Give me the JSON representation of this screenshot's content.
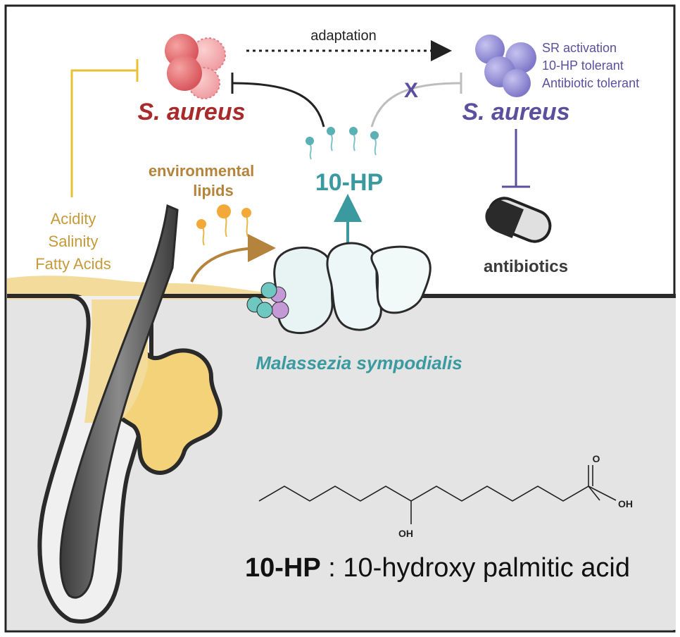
{
  "labels": {
    "adaptation": "adaptation",
    "s_aureus_left": "S. aureus",
    "s_aureus_right": "S. aureus",
    "tolerance_lines": [
      "SR activation",
      "10-HP tolerant",
      "Antibiotic tolerant"
    ],
    "compound_short": "10-HP",
    "environmental_lipids": [
      "environmental",
      "lipids"
    ],
    "stressors": [
      "Acidity",
      "Salinity",
      "Fatty Acids"
    ],
    "antibiotics": "antibiotics",
    "organism": "Malassezia sympodialis",
    "caption_bold": "10-HP",
    "caption_rest": " : 10-hydroxy palmitic acid",
    "chem_o_top": "O",
    "chem_oh_right": "OH",
    "chem_oh_bottom": "OH",
    "blocked_mark": "X"
  },
  "colors": {
    "s_aureus_sensitive": "#a82a2a",
    "s_aureus_tolerant": "#5b4f9e",
    "hp10": "#3a9aa0",
    "lipid": "#b5843c",
    "stress": "#c49a3a",
    "inhibit_yellow": "#e8c234",
    "skin": "#e5e5e5",
    "sebum": "#f3dc9b"
  }
}
